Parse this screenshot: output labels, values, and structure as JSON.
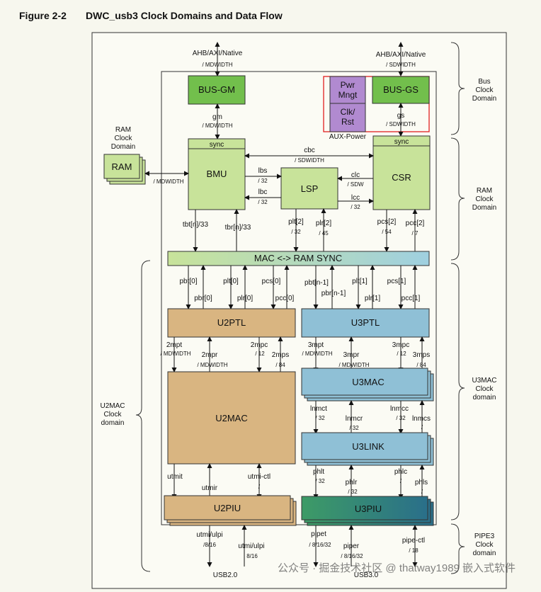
{
  "figure": {
    "number": "Figure 2-2",
    "title": "DWC_usb3 Clock Domains and Data Flow"
  },
  "colors": {
    "green": "#72bf4c",
    "green_light": "#c8e39a",
    "blue": "#8fc0d6",
    "tan": "#d9b581",
    "purple": "#b18ad0",
    "sync_bar_start": "#c8e39a",
    "sync_bar_end": "#9fd0e0",
    "u3piu_start": "#3d9b66",
    "u3piu_end": "#2a6f8a",
    "red_outline": "#e02020",
    "page_bg": "#f7f7ee"
  },
  "icons": {
    "arrow": "arrow-head-icon"
  },
  "blocks": {
    "bus_gm": "BUS-GM",
    "bus_gs": "BUS-GS",
    "pwr_mngt": [
      "Pwr",
      "Mngt"
    ],
    "clk_rst": [
      "Clk/",
      "Rst"
    ],
    "aux_power": "AUX-Power",
    "sync_left": "sync",
    "sync_right": "sync",
    "bmu": "BMU",
    "lsp": "LSP",
    "csr": "CSR",
    "ram": "RAM",
    "mac_ram_sync": "MAC <-> RAM SYNC",
    "u2ptl": "U2PTL",
    "u3ptl": "U3PTL",
    "u2mac": "U2MAC",
    "u3mac": "U3MAC",
    "u3link": "U3LINK",
    "u2piu": "U2PIU",
    "u3piu": "U3PIU"
  },
  "domains": {
    "bus": [
      "Bus",
      "Clock",
      "Domain"
    ],
    "ram_right": [
      "RAM",
      "Clock",
      "Domain"
    ],
    "ram_left": [
      "RAM",
      "Clock",
      "Domain"
    ],
    "u3mac": [
      "U3MAC",
      "Clock",
      "domain"
    ],
    "u2mac": [
      "U2MAC",
      "Clock",
      "domain"
    ],
    "pipe3": [
      "PIPE3",
      "Clock",
      "domain"
    ]
  },
  "signals": {
    "ahb_left": "AHB/AXI/Native",
    "mdwidth_top": "/ MDWIDTH",
    "ahb_right": "AHB/AXI/Native",
    "sdwidth_top": "/ SDWIDTH",
    "gm": "gm",
    "gm_width": "/ MDWIDTH",
    "gs": "gs",
    "gs_width": "/ SDWIDTH",
    "cbc": "cbc",
    "cbc_width": "/ SDWIDTH",
    "lbs": "lbs",
    "lbs_width": "/ 32",
    "lbc": "lbc",
    "lbc_width": "/ 32",
    "clc": "clc",
    "clc_width": "/ SDW",
    "lcc": "lcc",
    "lcc_width": "/ 32",
    "ram_width": "/ MDWIDTH",
    "tbt": "tbt[n]/33",
    "tbr": "tbr[n]/33",
    "plt2": "plt[2]",
    "plt2_w": "/ 32",
    "plr2": "plr[2]",
    "plr2_w": "/ 45",
    "pcs2": "pcs[2]",
    "pcs2_w": "/ 54",
    "pcc2": "pcc[2]",
    "pcc2_w": "/ 7",
    "pbt0": "pbt[0]",
    "pbr0": "pbr[0]",
    "plt0": "plt[0]",
    "plr0": "plr[0]",
    "pcs0": "pcs[0]",
    "pcc0": "pcc[0]",
    "pbtn1": "pbt[n-1]",
    "pbrn1": "pbr[n-1]",
    "plt1": "plt[1]",
    "plr1": "plr[1]",
    "pcs1": "pcs[1]",
    "pcc1": "pcc[1]",
    "mpt2": "2mpt",
    "mpt2_w": "/ MDWIDTH",
    "mpr2": "2mpr",
    "mpr2_w": "/ MDWIDTH",
    "mpc2": "2mpc",
    "mpc2_w": "/ 12",
    "mps2": "2mps",
    "mps2_w": "/ 84",
    "mpt3": "3mpt",
    "mpt3_w": "/ MDWIDTH",
    "mpr3": "3mpr",
    "mpr3_w": "/ MDWIDTH",
    "mpc3": "3mpc",
    "mpc3_w": "/ 12",
    "mps3": "3mps",
    "mps3_w": "/ 84",
    "lnmct": "lnmct",
    "lnmct_w": "/ 32",
    "lnmcr": "lnmcr",
    "lnmcr_w": "/ 32",
    "lnmcc": "lnmcc",
    "lnmcc_w": "/ 32",
    "lnmcs": "lnmcs",
    "lnmcs_w": "/",
    "utmit": "utmit",
    "utmir": "utmir",
    "utmi_ctl": "utmi-ctl",
    "utmi_ctl_w": "/",
    "phlt": "phlt",
    "phlt_w": "/ 32",
    "phlr": "phlr",
    "phlr_w": "/ 32",
    "phlc": "phlc",
    "phlc_w": "/",
    "phls": "phls",
    "phls_w": "/",
    "utmi_ulpi_a": "utmi/ulpi",
    "utmi_ulpi_a_w": "/8/16",
    "utmi_ulpi_b": "utmi/ulpi",
    "utmi_ulpi_b_w": "8/16",
    "pipet": "pipet",
    "pipet_w": "/ 8/16/32",
    "piper": "piper",
    "piper_w": "/ 8/16/32",
    "pipe_ctl": "pipe-ctl",
    "pipe_ctl_w": "/ 18",
    "usb2": "USB2.0",
    "usb3": "USB3.0"
  },
  "watermark": "公众号 · 掘金技术社区 @ thatway1989   嵌入式软件"
}
